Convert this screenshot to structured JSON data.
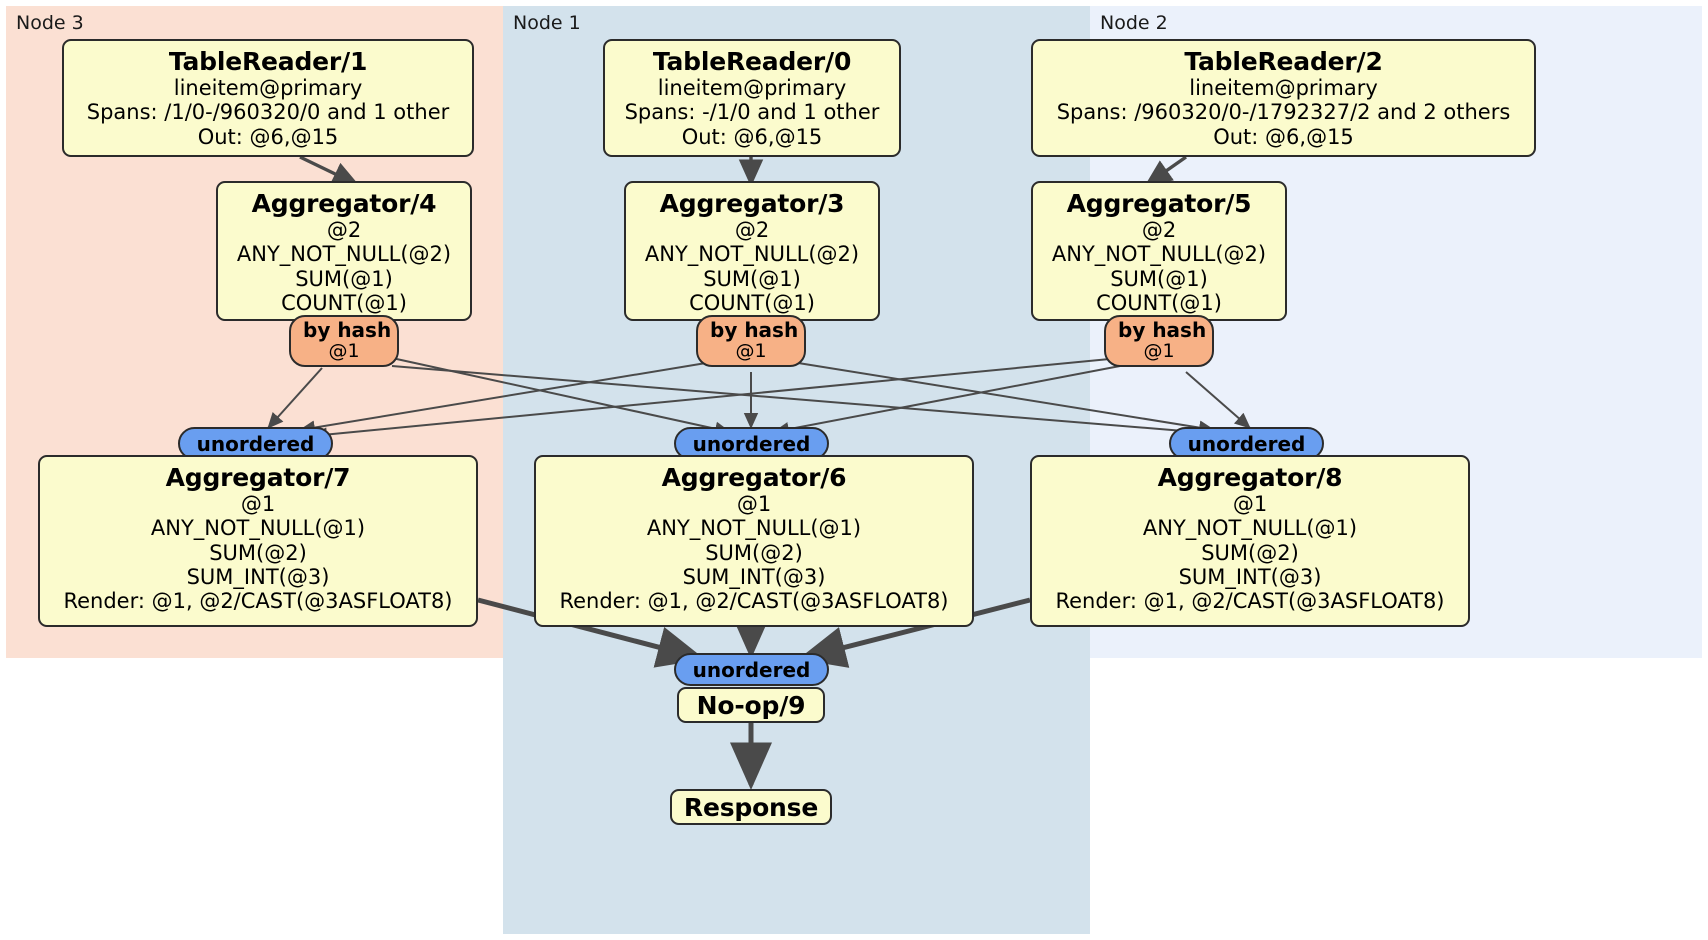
{
  "diagram": {
    "title": "Distributed SQL query plan",
    "colors": {
      "node3_panel": "#fbe0d3",
      "node1_panel": "#d3e2ec",
      "node2_panel": "#ebf1fb",
      "processor_fill": "#fbfbcd",
      "processor_stroke": "#2b2b2b",
      "hash_router_fill": "#f7b186",
      "synchronizer_fill": "#699ef0",
      "edge_color": "#4a4a4a"
    }
  },
  "panels": [
    {
      "id": "node3",
      "label": "Node 3"
    },
    {
      "id": "node1",
      "label": "Node 1"
    },
    {
      "id": "node2",
      "label": "Node 2"
    }
  ],
  "processors": {
    "table_reader_1": {
      "title": "TableReader/1",
      "lines": [
        "lineitem@primary",
        "Spans: /1/0-/960320/0 and 1 other",
        "Out: @6,@15"
      ]
    },
    "table_reader_0": {
      "title": "TableReader/0",
      "lines": [
        "lineitem@primary",
        "Spans: -/1/0 and 1 other",
        "Out: @6,@15"
      ]
    },
    "table_reader_2": {
      "title": "TableReader/2",
      "lines": [
        "lineitem@primary",
        "Spans: /960320/0-/1792327/2 and 2 others",
        "Out: @6,@15"
      ]
    },
    "aggregator_4": {
      "title": "Aggregator/4",
      "lines": [
        "@2",
        "ANY_NOT_NULL(@2)",
        "SUM(@1)",
        "COUNT(@1)"
      ]
    },
    "aggregator_3": {
      "title": "Aggregator/3",
      "lines": [
        "@2",
        "ANY_NOT_NULL(@2)",
        "SUM(@1)",
        "COUNT(@1)"
      ]
    },
    "aggregator_5": {
      "title": "Aggregator/5",
      "lines": [
        "@2",
        "ANY_NOT_NULL(@2)",
        "SUM(@1)",
        "COUNT(@1)"
      ]
    },
    "aggregator_7": {
      "title": "Aggregator/7",
      "lines": [
        "@1",
        "ANY_NOT_NULL(@1)",
        "SUM(@2)",
        "SUM_INT(@3)",
        "Render: @1, @2/CAST(@3ASFLOAT8)"
      ]
    },
    "aggregator_6": {
      "title": "Aggregator/6",
      "lines": [
        "@1",
        "ANY_NOT_NULL(@1)",
        "SUM(@2)",
        "SUM_INT(@3)",
        "Render: @1, @2/CAST(@3ASFLOAT8)"
      ]
    },
    "aggregator_8": {
      "title": "Aggregator/8",
      "lines": [
        "@1",
        "ANY_NOT_NULL(@1)",
        "SUM(@2)",
        "SUM_INT(@3)",
        "Render: @1, @2/CAST(@3ASFLOAT8)"
      ]
    },
    "noop_9": {
      "title": "No-op/9",
      "lines": []
    },
    "response": {
      "title": "Response",
      "lines": []
    }
  },
  "routers": {
    "hash_left": {
      "title": "by hash",
      "sub": "@1"
    },
    "hash_center": {
      "title": "by hash",
      "sub": "@1"
    },
    "hash_right": {
      "title": "by hash",
      "sub": "@1"
    }
  },
  "synchronizers": {
    "sync_left": {
      "label": "unordered"
    },
    "sync_center": {
      "label": "unordered"
    },
    "sync_right": {
      "label": "unordered"
    },
    "sync_final": {
      "label": "unordered"
    }
  }
}
